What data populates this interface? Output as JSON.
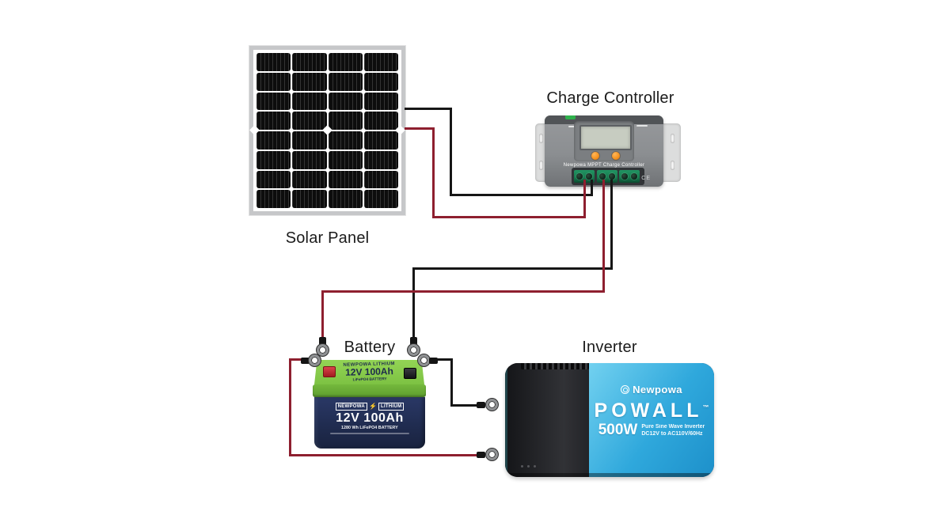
{
  "labels": {
    "solar_panel": "Solar Panel",
    "charge_controller": "Charge Controller",
    "battery": "Battery",
    "inverter": "Inverter"
  },
  "charge_controller": {
    "brand_line": "Newpowa  MPPT Charge Controller",
    "ce_mark": "CE"
  },
  "battery": {
    "top_brand": "NEWPOWA LITHIUM",
    "top_capacity": "12V 100Ah",
    "top_subtitle": "LiFePO4 BATTERY",
    "badge_brand": "NEWPOWA",
    "badge_bolt": "⚡",
    "badge_type": "LITHIUM",
    "capacity": "12V 100Ah",
    "subtitle": "1280 Wh LiFePO4 BATTERY"
  },
  "inverter": {
    "brand": "Newpowa",
    "model": "POWALL",
    "trademark": "™",
    "power": "500W",
    "tagline1": "Pure Sine Wave Inverter",
    "tagline2": "DC12V to AC110V/60Hz"
  },
  "colors": {
    "wire_black": "#161616",
    "wire_red": "#8e1f2f",
    "battery_green": "#7dc243",
    "battery_navy": "#202c50",
    "inverter_blue": "#2fa8dc",
    "controller_gray": "#8a8d90",
    "button_orange": "#f5921e",
    "terminal_green": "#157a4e"
  }
}
